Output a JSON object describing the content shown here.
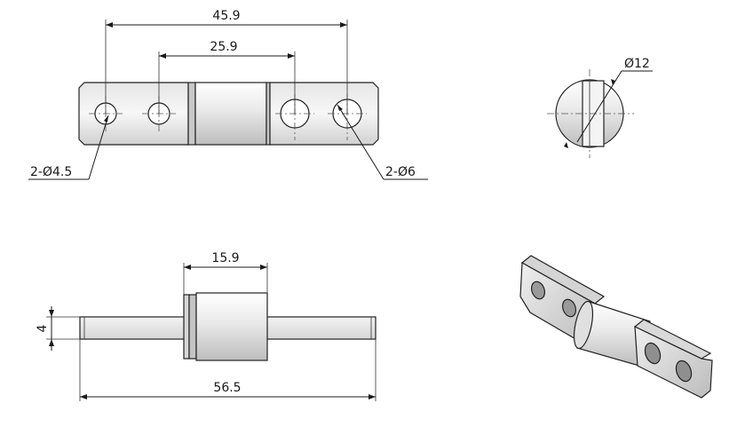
{
  "dimensions": {
    "top_overall_spacing": "45.9",
    "top_inner_spacing": "25.9",
    "small_holes": "2-Ø4.5",
    "large_holes": "2-Ø6",
    "pin_diameter": "Ø12",
    "barrel_length": "15.9",
    "rod_height": "4",
    "overall_length": "56.5"
  },
  "colors": {
    "line": "#1a1a1a",
    "metal_light": "#f2f2f2",
    "metal_mid": "#d9d9d9",
    "metal_dark": "#a9a9a9"
  }
}
